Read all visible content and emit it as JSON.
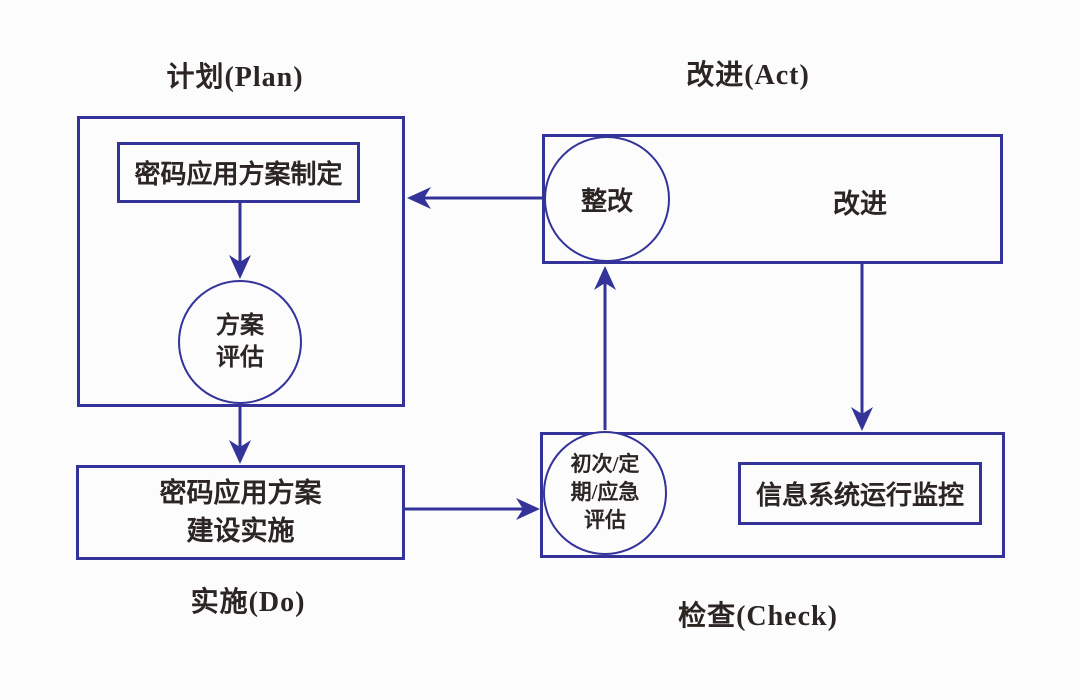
{
  "titles": {
    "plan": "计划(Plan)",
    "act": "改进(Act)",
    "do": "实施(Do)",
    "check": "检查(Check)"
  },
  "nodes": {
    "plan_box": "密码应用方案制定",
    "plan_circle": "方案\n评估",
    "do_box": "密码应用方案\n建设实施",
    "act_circle": "整改",
    "act_box": "改进",
    "check_circle": "初次/定\n期/应急\n评估",
    "check_box": "信息系统运行监控"
  },
  "colors": {
    "line": "#33339a",
    "text": "#2b2523",
    "background": "#fcfcfc"
  }
}
